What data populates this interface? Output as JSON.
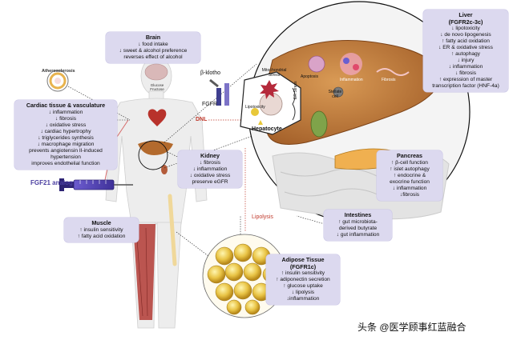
{
  "labels": {
    "beta_klotho": "β-klotho",
    "fgfr": "FGFR",
    "dnl": "DNL",
    "lipolysis": "Lipolysis",
    "fgf21_analog": "FGF21 analog",
    "atherosclerosis": "Atherosclerosis",
    "glucose_fructose": "Glucose Fructose",
    "mito_stress": "Mitochondrial Stress",
    "er_stress": "ER Stress",
    "lipotoxicity": "Lipotoxicity",
    "hepatocyte": "Hepatocyte",
    "apoptosis": "Apoptosis",
    "inflammation": "Inflammation",
    "fibrosis": "Fibrosis",
    "stellate_cell": "Stellate cell",
    "watermark": "头条 @医学顾事红蓝融合"
  },
  "boxes": {
    "brain": {
      "title": "Brain",
      "lines": [
        "↓ food intake",
        "↓ sweet & alcohol preference",
        "reverses effect of alcohol"
      ]
    },
    "cardiac": {
      "title": "Cardiac tissue & vasculature",
      "lines": [
        "↓ inflammation",
        "↓ fibrosis",
        "↓ oxidative stress",
        "↓ cardiac hypertrophy",
        "↓ triglycerides synthesis",
        "↓ macrophage migration",
        "prevents angiotensin II-induced",
        "hypertension",
        "improves endothelial function"
      ]
    },
    "kidney": {
      "title": "Kidney",
      "lines": [
        "↓ fibrosis",
        "↓ inflammation",
        "↓ oxidative stress",
        "preserve eGFR"
      ]
    },
    "muscle": {
      "title": "Muscle",
      "lines": [
        "↑ insulin sensitivity",
        "↑ fatty acid oxidation"
      ]
    },
    "liver": {
      "title": "Liver",
      "subtitle": "(FGFR2c-3c)",
      "lines": [
        "↓ lipotoxicity",
        "↓ de novo lipogenesis",
        "↑ fatty acid oxidation",
        "↓ ER & oxidative stress",
        "↑ autophagy",
        "↓ injury",
        "↓ inflammation",
        "↓ fibrosis",
        "↑ expression of master",
        "transcription factor (HNF-4a)"
      ]
    },
    "pancreas": {
      "title": "Pancreas",
      "lines": [
        "↑ β-cell function",
        "↑ islet autophagy",
        "↑ endocrine &",
        "exocrine function",
        "↓ inflammation",
        "↓fibrosis"
      ]
    },
    "intestines": {
      "title": "Intestines",
      "lines": [
        "↑ gut microbiota-",
        "derived butyrate",
        "↓ gut inflammation"
      ]
    },
    "adipose": {
      "title": "Adipose Tissue",
      "subtitle": "(FGFR1c)",
      "lines": [
        "↑ insulin sensitivity",
        "↑ adiponectin secretion",
        "↑ glucose uptake",
        "↓ lipolysis",
        "↓inflammation"
      ]
    }
  }
}
